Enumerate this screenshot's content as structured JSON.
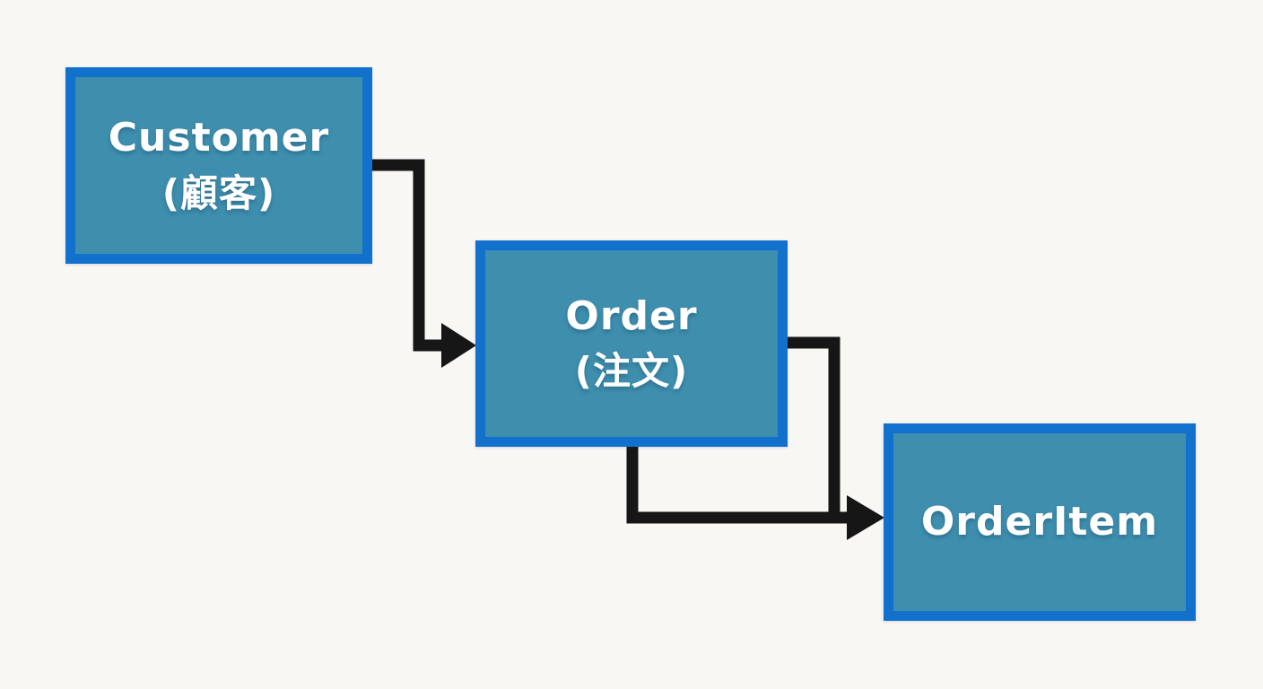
{
  "diagram": {
    "background_color": "#f8f7f4",
    "node_fill_color": "#3e8eae",
    "node_border_color": "#1171cd",
    "node_text_color": "#ffffff",
    "connector_color": "#161616",
    "nodes": [
      {
        "id": "customer",
        "label": "Customer",
        "sublabel": "(顧客)"
      },
      {
        "id": "order",
        "label": "Order",
        "sublabel": "(注文)"
      },
      {
        "id": "orderitem",
        "label": "OrderItem",
        "sublabel": ""
      }
    ],
    "edges": [
      {
        "from": "customer",
        "to": "order",
        "style": "elbow",
        "arrow": "right"
      },
      {
        "from": "order",
        "to": "orderitem",
        "style": "elbow-right-side",
        "arrow": "right"
      },
      {
        "from": "order",
        "to": "orderitem",
        "style": "elbow-bottom-side",
        "arrow": "right"
      }
    ]
  }
}
